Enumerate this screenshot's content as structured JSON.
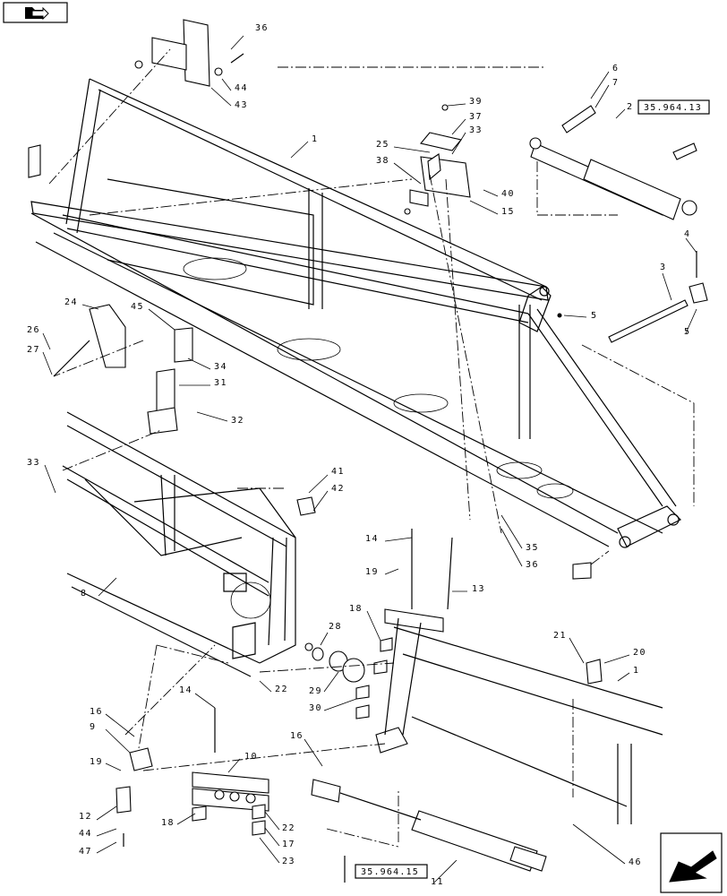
{
  "nav": {
    "prev_icon": "folder-arrow-icon",
    "next_icon": "return-arrow-icon"
  },
  "refs": {
    "r1": "35.964.13",
    "r2": "35.964.15"
  },
  "callouts": {
    "c36a": "36",
    "c44a": "44",
    "c43": "43",
    "c39": "39",
    "c37": "37",
    "c33a": "33",
    "c25": "25",
    "c38": "38",
    "c40": "40",
    "c15": "15",
    "c1a": "1",
    "c6": "6",
    "c7": "7",
    "c2": "2",
    "c4": "4",
    "c3": "3",
    "c5a": "5",
    "c5b": "5",
    "c24": "24",
    "c45": "45",
    "c26": "26",
    "c27": "27",
    "c34": "34",
    "c31": "31",
    "c32": "32",
    "c33b": "33",
    "c41": "41",
    "c42": "42",
    "c8": "8",
    "c14a": "14",
    "c19a": "19",
    "c13": "13",
    "c35": "35",
    "c36b": "36",
    "c18a": "18",
    "c28": "28",
    "c29": "29",
    "c30": "30",
    "c22a": "22",
    "c21": "21",
    "c20": "20",
    "c1b": "1",
    "c14b": "14",
    "c16a": "16",
    "c9": "9",
    "c19b": "19",
    "c10": "10",
    "c16b": "16",
    "c12": "12",
    "c44b": "44",
    "c47": "47",
    "c18b": "18",
    "c22b": "22",
    "c17": "17",
    "c23": "23",
    "c11": "11",
    "c46": "46"
  }
}
